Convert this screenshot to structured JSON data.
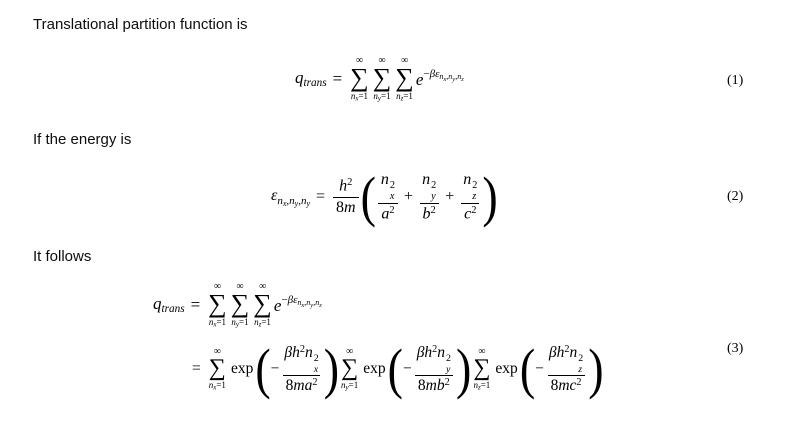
{
  "document": {
    "intro": "Translational partition function is",
    "energy_line": "If the energy is",
    "follows_line": "It follows"
  },
  "numbers": {
    "eq1": "(1)",
    "eq2": "(2)",
    "eq3": "(3)"
  },
  "math": {
    "q": "q",
    "trans": "trans",
    "equals": "=",
    "sum": "∑",
    "infinity": "∞",
    "n": "n",
    "x": "x",
    "y": "y",
    "z": "z",
    "eq_one": "=1",
    "e": "e",
    "minus": "−",
    "beta": "β",
    "epsilon": "ε",
    "comma": ",",
    "h": "h",
    "sq": "2",
    "eight": "8",
    "m": "m",
    "a": "a",
    "b": "b",
    "c": "c",
    "plus": "+",
    "lparen": "(",
    "rparen": ")",
    "exp": "exp"
  }
}
